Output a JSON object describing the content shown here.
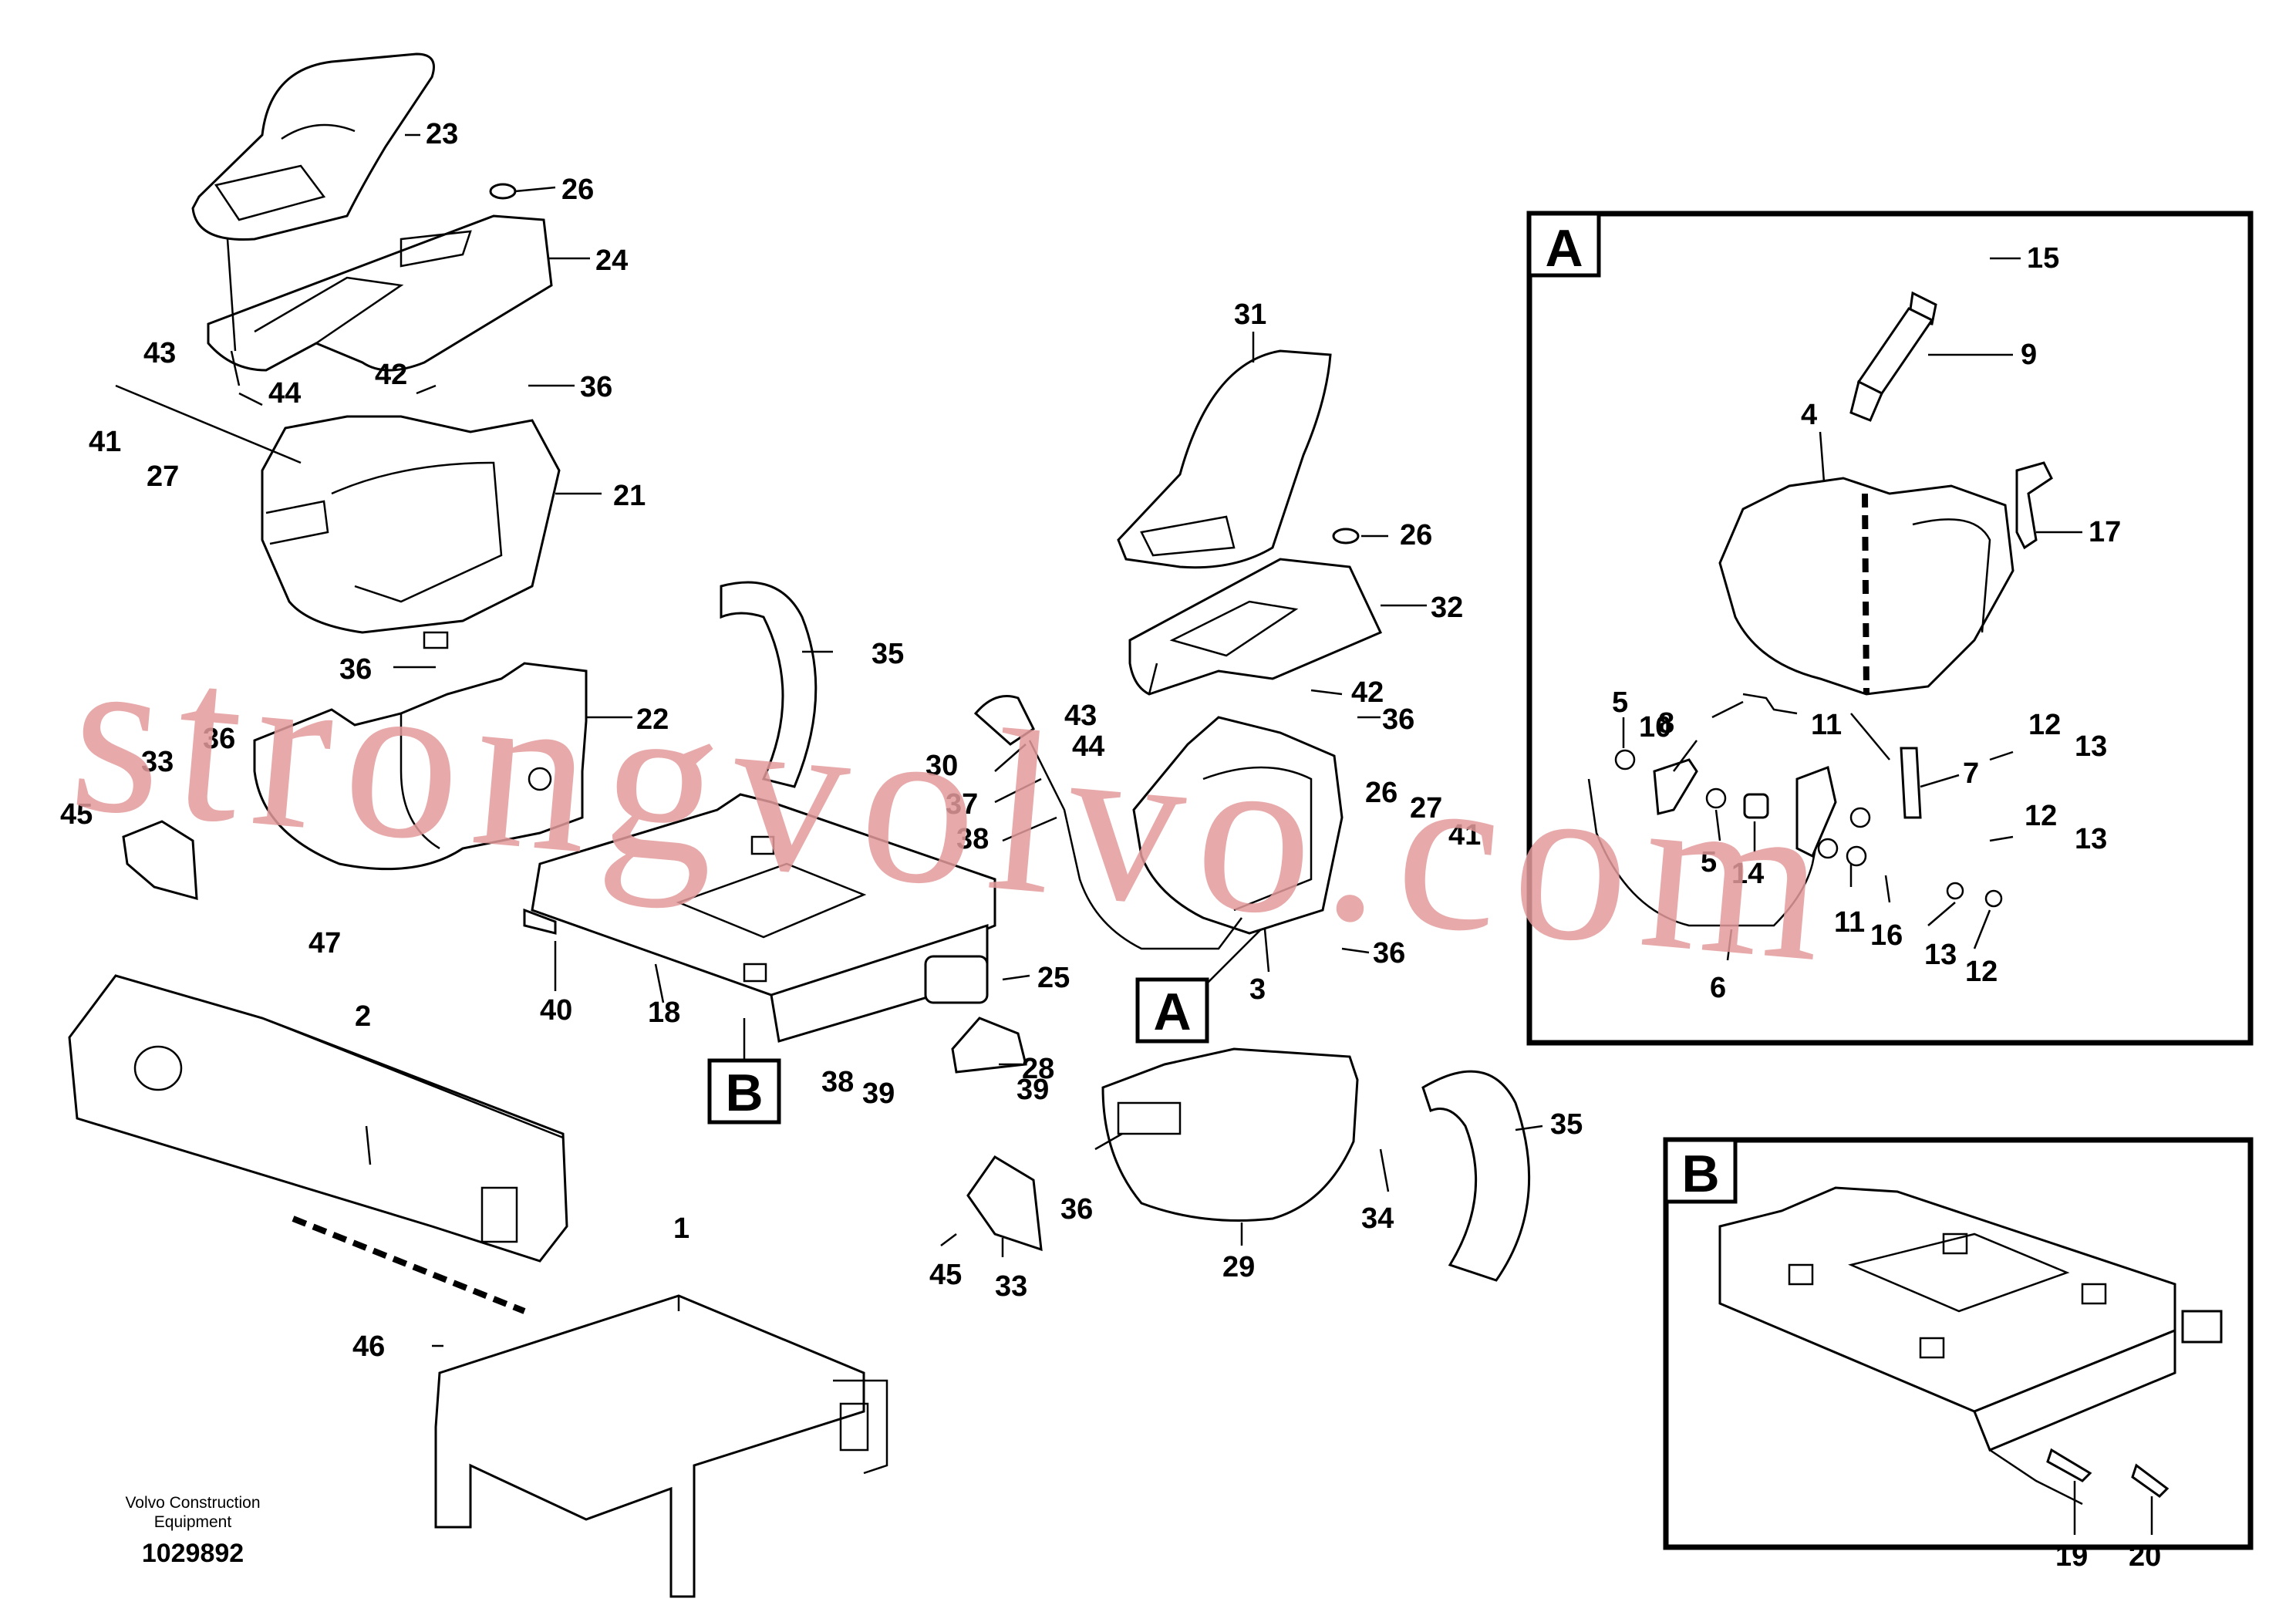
{
  "watermark": "strongvolvo.com",
  "footer": {
    "company_line1": "Volvo Construction",
    "company_line2": "Equipment",
    "drawing_number": "1029892"
  },
  "insets": {
    "a": {
      "label": "A"
    },
    "b": {
      "label": "B"
    }
  },
  "markers": {
    "a": "A",
    "b": "B"
  },
  "labels": {
    "p23": "23",
    "p26a": "26",
    "p24": "24",
    "p43a": "43",
    "p44a": "44",
    "p42a": "42",
    "p36a": "36",
    "p41a": "41",
    "p27a": "27",
    "p21": "21",
    "p36b": "36",
    "p22": "22",
    "p36c": "36",
    "p33a": "33",
    "p45a": "45",
    "p35a": "35",
    "p31": "31",
    "p26b": "26",
    "p32": "32",
    "p42b": "42",
    "p43b": "43",
    "p44b": "44",
    "p36d": "36",
    "p30": "30",
    "p37": "37",
    "p38": "38",
    "p26c": "26",
    "p27b": "27",
    "p41b": "41",
    "p36e": "36",
    "p3": "3",
    "p47": "47",
    "p40": "40",
    "p18": "18",
    "p25": "25",
    "p28": "28",
    "p38b": "38",
    "p39a": "39",
    "p39b": "39",
    "p2": "2",
    "p36f": "36",
    "p34": "34",
    "p35b": "35",
    "p45b": "45",
    "p33b": "33",
    "p29": "29",
    "p1": "1",
    "p46": "46",
    "a15": "15",
    "a9": "9",
    "a4": "4",
    "a17": "17",
    "a5a": "5",
    "a8": "8",
    "a10": "10",
    "a11a": "11",
    "a12a": "12",
    "a13a": "13",
    "a7": "7",
    "a12b": "12",
    "a13b": "13",
    "a5b": "5",
    "a14": "14",
    "a11b": "11",
    "a16": "16",
    "a13c": "13",
    "a12c": "12",
    "a6": "6",
    "b19": "19",
    "b20": "20"
  }
}
